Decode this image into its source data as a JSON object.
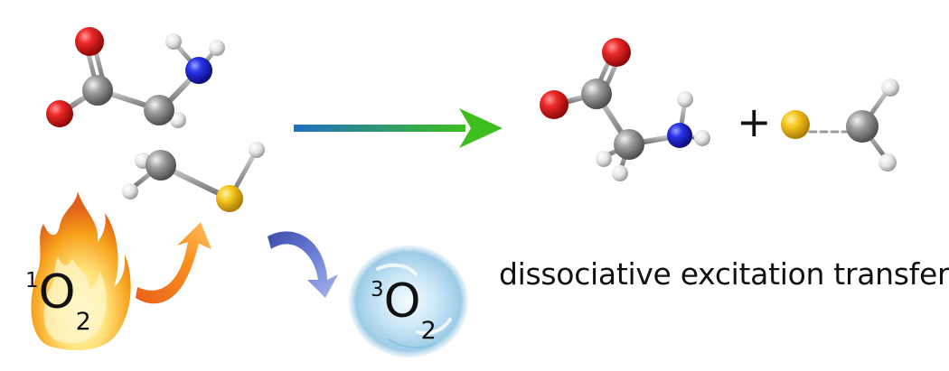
{
  "diagram": {
    "singlet_oxygen": {
      "superscript": "1",
      "symbol": "O",
      "subscript": "2"
    },
    "triplet_oxygen": {
      "superscript": "3",
      "symbol": "O",
      "subscript": "2"
    },
    "plus_sign": "+",
    "caption": "dissociative excitation transfer",
    "colors": {
      "oxygen_atom": "#e3161b",
      "nitrogen_atom": "#1a22d8",
      "carbon_atom": "#8a8c8e",
      "hydrogen_atom": "#e6e6e6",
      "sulfur_atom": "#f2c21c",
      "reaction_arrow_start": "#1f6fc4",
      "reaction_arrow_end": "#3fbf1f",
      "energy_arrow_in": "#f27a1a",
      "energy_arrow_out": "#5468c8",
      "flame": "#f7a01a",
      "triplet_glow": "#a8d4ec"
    }
  }
}
